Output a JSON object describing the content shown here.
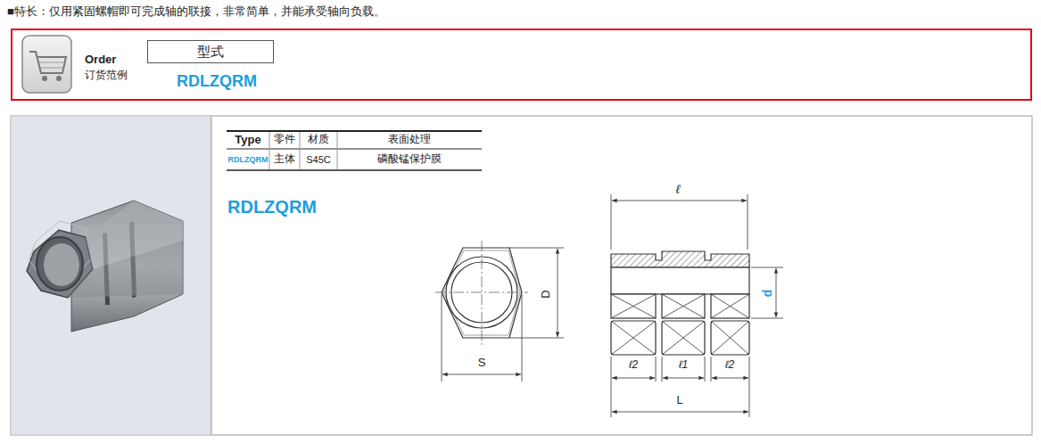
{
  "diagram": {
    "title": "■特长：仅用紧固螺帽即可完成轴的联接，非常简单，并能承受轴向负载。",
    "nodes": [
      {
        "text": [
          "Order",
          "订货范例"
        ]
      },
      {
        "text": [
          "型式"
        ],
        "in": 0
      }
    ],
    "labels": [
      "RDLZQRM",
      "Type",
      "零件",
      "材质",
      "表面处理",
      "RDLZQRM",
      "主体",
      "S45C",
      "磷酸锰保护膜",
      "RDLZQRM",
      "ℓ",
      "D",
      "S",
      "d",
      "ℓ2",
      "ℓ1",
      "ℓ2",
      "L"
    ]
  }
}
